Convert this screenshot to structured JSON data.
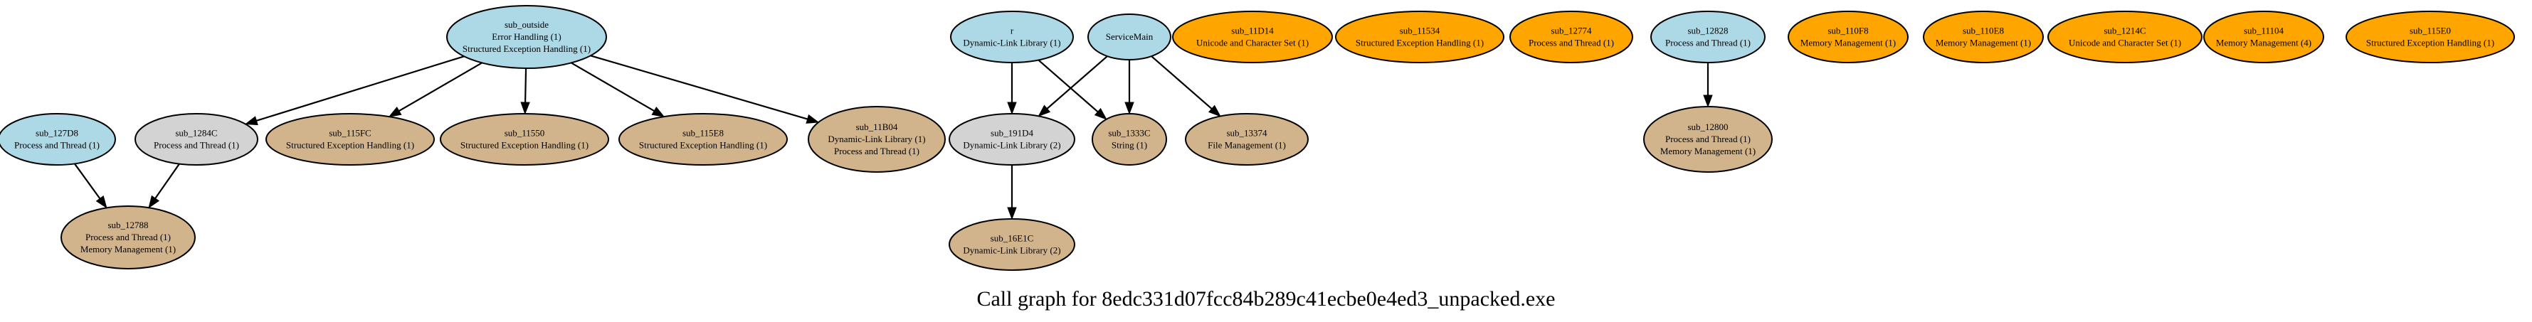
{
  "caption": "Call graph for 8edc331d07fcc84b289c41ecbe0e4ed3_unpacked.exe",
  "colors": {
    "entry": "#add8e6",
    "unresolved": "#d3d3d3",
    "internal": "#d2b48c",
    "leaf": "#ffa500"
  },
  "nodes": [
    {
      "id": "sub_outside",
      "kind": "entry",
      "title": "sub_outside",
      "lines": [
        "Error Handling (1)",
        "Structured Exception Handling (1)"
      ]
    },
    {
      "id": "sub_127D8",
      "kind": "entry",
      "title": "sub_127D8",
      "lines": [
        "Process and Thread (1)"
      ]
    },
    {
      "id": "sub_1284C",
      "kind": "unresolved",
      "title": "sub_1284C",
      "lines": [
        "Process and Thread (1)"
      ]
    },
    {
      "id": "sub_115FC",
      "kind": "internal",
      "title": "sub_115FC",
      "lines": [
        "Structured Exception Handling (1)"
      ]
    },
    {
      "id": "sub_11550",
      "kind": "internal",
      "title": "sub_11550",
      "lines": [
        "Structured Exception Handling (1)"
      ]
    },
    {
      "id": "sub_115E8",
      "kind": "internal",
      "title": "sub_115E8",
      "lines": [
        "Structured Exception Handling (1)"
      ]
    },
    {
      "id": "sub_11B04",
      "kind": "internal",
      "title": "sub_11B04",
      "lines": [
        "Dynamic-Link Library (1)",
        "Process and Thread (1)"
      ]
    },
    {
      "id": "sub_12788",
      "kind": "internal",
      "title": "sub_12788",
      "lines": [
        "Process and Thread (1)",
        "Memory Management (1)"
      ]
    },
    {
      "id": "r",
      "kind": "entry",
      "title": "r",
      "lines": [
        "Dynamic-Link Library (1)"
      ]
    },
    {
      "id": "ServiceMain",
      "kind": "entry",
      "title": "ServiceMain",
      "lines": []
    },
    {
      "id": "sub_191D4",
      "kind": "unresolved",
      "title": "sub_191D4",
      "lines": [
        "Dynamic-Link Library (2)"
      ]
    },
    {
      "id": "sub_1333C",
      "kind": "internal",
      "title": "sub_1333C",
      "lines": [
        "String (1)"
      ]
    },
    {
      "id": "sub_13374",
      "kind": "internal",
      "title": "sub_13374",
      "lines": [
        "File Management (1)"
      ]
    },
    {
      "id": "sub_16E1C",
      "kind": "internal",
      "title": "sub_16E1C",
      "lines": [
        "Dynamic-Link Library (2)"
      ]
    },
    {
      "id": "sub_11D14",
      "kind": "leaf",
      "title": "sub_11D14",
      "lines": [
        "Unicode and Character Set (1)"
      ]
    },
    {
      "id": "sub_11534",
      "kind": "leaf",
      "title": "sub_11534",
      "lines": [
        "Structured Exception Handling (1)"
      ]
    },
    {
      "id": "sub_12774",
      "kind": "leaf",
      "title": "sub_12774",
      "lines": [
        "Process and Thread (1)"
      ]
    },
    {
      "id": "sub_12828",
      "kind": "entry",
      "title": "sub_12828",
      "lines": [
        "Process and Thread (1)"
      ]
    },
    {
      "id": "sub_12800",
      "kind": "internal",
      "title": "sub_12800",
      "lines": [
        "Process and Thread (1)",
        "Memory Management (1)"
      ]
    },
    {
      "id": "sub_110F8",
      "kind": "leaf",
      "title": "sub_110F8",
      "lines": [
        "Memory Management (1)"
      ]
    },
    {
      "id": "sub_110E8",
      "kind": "leaf",
      "title": "sub_110E8",
      "lines": [
        "Memory Management (1)"
      ]
    },
    {
      "id": "sub_1214C",
      "kind": "leaf",
      "title": "sub_1214C",
      "lines": [
        "Unicode and Character Set (1)"
      ]
    },
    {
      "id": "sub_11104",
      "kind": "leaf",
      "title": "sub_11104",
      "lines": [
        "Memory Management (4)"
      ]
    },
    {
      "id": "sub_115E0",
      "kind": "leaf",
      "title": "sub_115E0",
      "lines": [
        "Structured Exception Handling (1)"
      ]
    }
  ],
  "edges": [
    {
      "from": "sub_outside",
      "to": "sub_1284C"
    },
    {
      "from": "sub_outside",
      "to": "sub_115FC"
    },
    {
      "from": "sub_outside",
      "to": "sub_11550"
    },
    {
      "from": "sub_outside",
      "to": "sub_115E8"
    },
    {
      "from": "sub_outside",
      "to": "sub_11B04"
    },
    {
      "from": "sub_127D8",
      "to": "sub_12788"
    },
    {
      "from": "sub_1284C",
      "to": "sub_12788"
    },
    {
      "from": "r",
      "to": "sub_191D4"
    },
    {
      "from": "r",
      "to": "sub_1333C"
    },
    {
      "from": "ServiceMain",
      "to": "sub_191D4"
    },
    {
      "from": "ServiceMain",
      "to": "sub_1333C"
    },
    {
      "from": "ServiceMain",
      "to": "sub_13374"
    },
    {
      "from": "sub_191D4",
      "to": "sub_16E1C"
    },
    {
      "from": "sub_12828",
      "to": "sub_12800"
    }
  ]
}
